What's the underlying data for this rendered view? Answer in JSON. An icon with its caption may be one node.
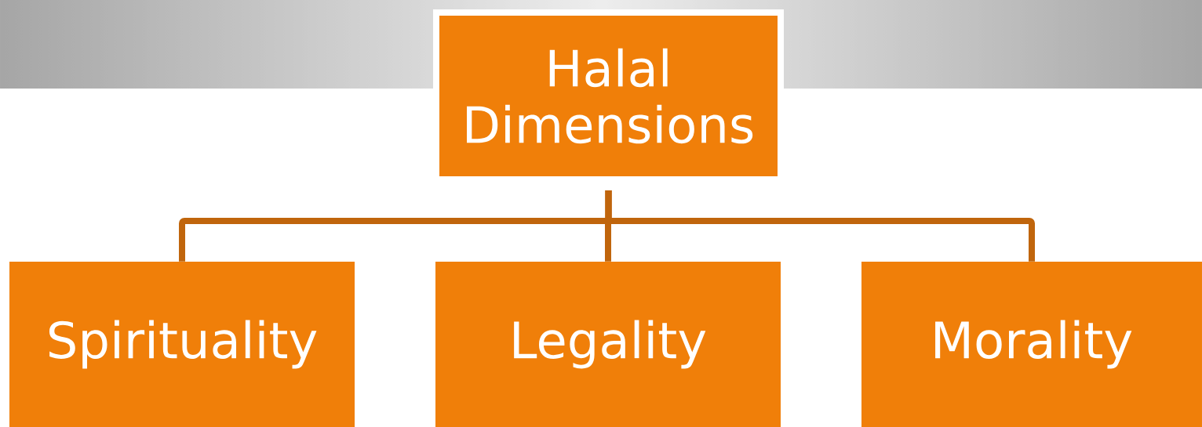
{
  "diagram": {
    "nodes": [
      {
        "text": [
          "Halal Dimensions"
        ]
      },
      {
        "text": [
          "Spirituality"
        ]
      },
      {
        "text": [
          "Legality"
        ]
      },
      {
        "text": [
          "Morality"
        ]
      }
    ],
    "edges": [
      {
        "from": 0,
        "to": 1,
        "arrow": "none"
      },
      {
        "from": 0,
        "to": 2,
        "arrow": "none"
      },
      {
        "from": 0,
        "to": 3,
        "arrow": "none"
      }
    ]
  }
}
